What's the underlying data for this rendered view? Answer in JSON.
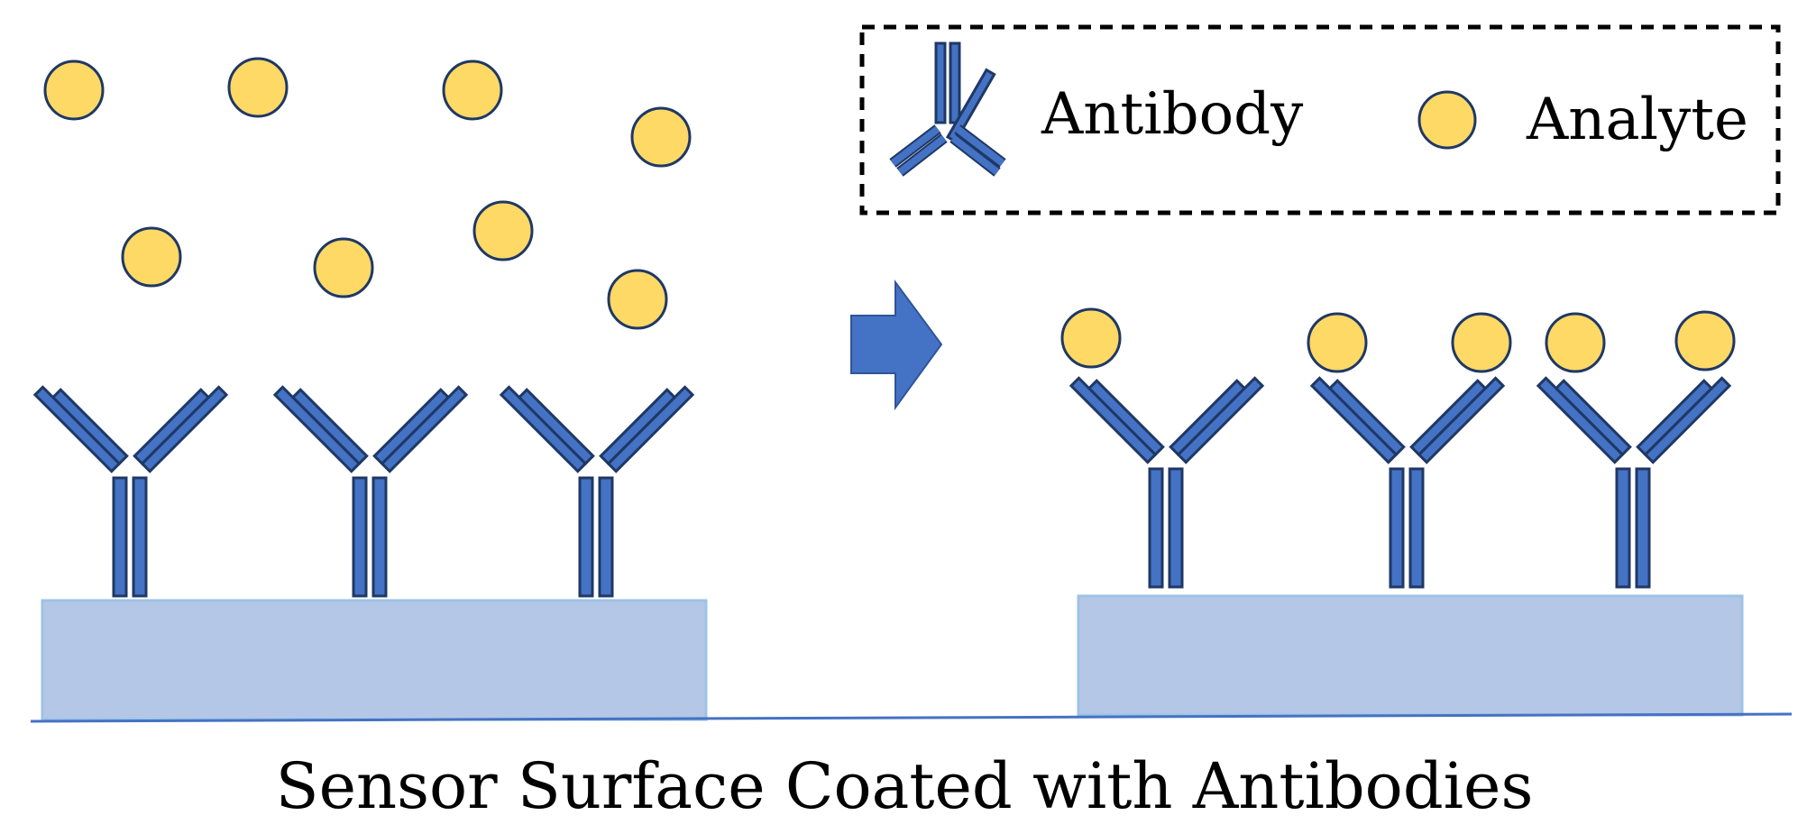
{
  "legend": {
    "antibody_label": "Antibody",
    "analyte_label": "Analyte"
  },
  "caption": "Sensor Surface Coated with Antibodies",
  "colors": {
    "antibody": "#4472c4",
    "antibody_stroke": "#1f3864",
    "analyte": "#ffd966",
    "analyte_stroke": "#1f3864",
    "surface": "#b4c7e7",
    "surface_edge": "#9dc3e6",
    "baseline": "#4472c4",
    "arrow": "#4472c4"
  },
  "icons": {
    "legend_antibody": "antibody-icon",
    "legend_analyte": "analyte-icon",
    "process_arrow": "right-arrow-icon"
  }
}
